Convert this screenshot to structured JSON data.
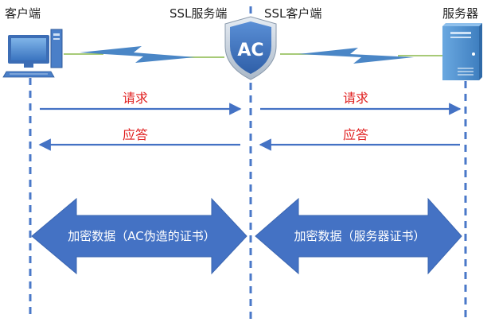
{
  "nodes": {
    "client": "客户端",
    "ssl_server": "SSL服务端",
    "ssl_client": "SSL客户端",
    "server": "服务器"
  },
  "ac_badge": "AC",
  "messages": {
    "request": "请求",
    "response": "应答"
  },
  "channels": {
    "left": "加密数据（AC伪造的证书）",
    "right": "加密数据（服务器证书）"
  },
  "colors": {
    "blue": "#3f6fbf",
    "arrow_blue": "#4472c4",
    "lifeline": "#4a78c8",
    "text_red": "#e02020",
    "lightning": "#4a86c6",
    "wire": "#8ab84a",
    "badge_top": "#5a8fd6",
    "badge_bottom": "#2f5fa8",
    "server_body": "#5b9bd5"
  },
  "icons": {
    "client": "computer-icon",
    "ac": "shield-icon",
    "server": "server-icon"
  }
}
